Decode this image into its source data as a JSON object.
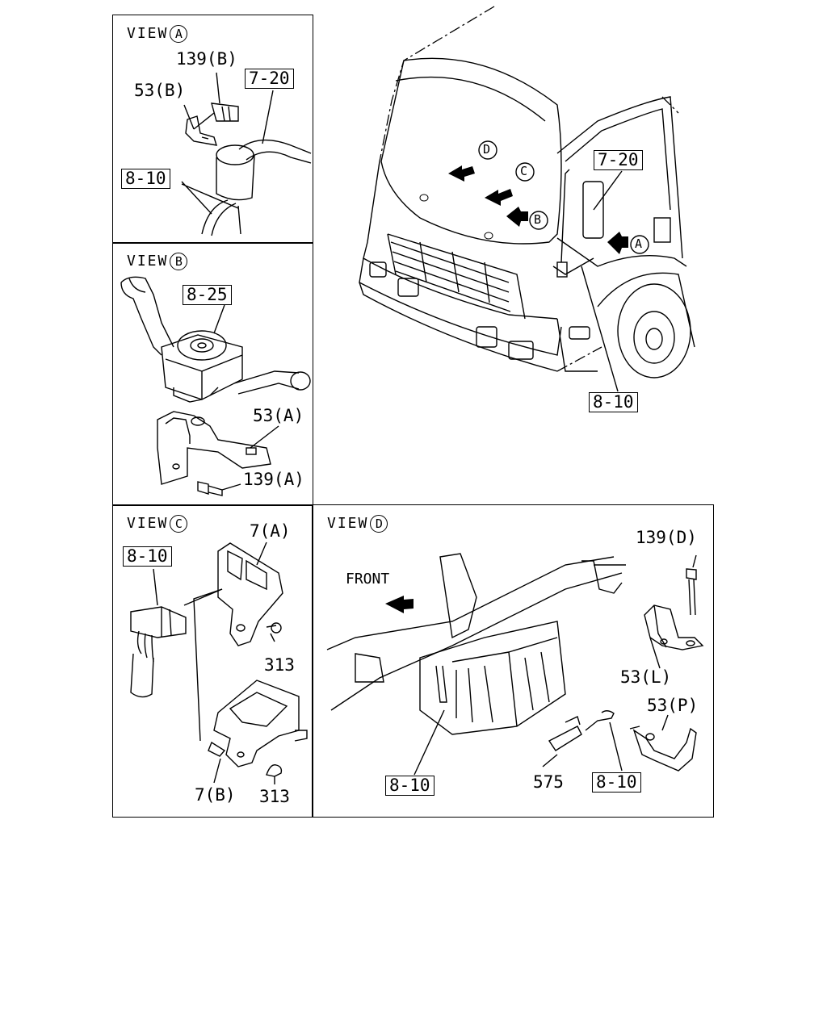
{
  "main_view": {
    "callouts": {
      "c720": "7-20",
      "c810": "8-10"
    },
    "view_markers": {
      "D": "D",
      "C": "C",
      "B": "B",
      "A": "A"
    }
  },
  "view_a": {
    "title": "VIEW",
    "letter": "A",
    "labels": {
      "bolt": "139(B)",
      "bracket": "53(B)",
      "c720": "7-20",
      "c810": "8-10"
    }
  },
  "view_b": {
    "title": "VIEW",
    "letter": "B",
    "labels": {
      "c825": "8-25",
      "bracket": "53(A)",
      "bolt": "139(A)"
    }
  },
  "view_c": {
    "title": "VIEW",
    "letter": "C",
    "labels": {
      "c810": "8-10",
      "bracket_a": "7(A)",
      "screw_a": "313",
      "bracket_b": "7(B)",
      "screw_b": "313"
    }
  },
  "view_d": {
    "title": "VIEW",
    "letter": "D",
    "labels": {
      "front": "FRONT",
      "bolt": "139(D)",
      "bracket_l": "53(L)",
      "bracket_p": "53(P)",
      "c810_left": "8-10",
      "part575": "575",
      "c810_right": "8-10"
    }
  }
}
